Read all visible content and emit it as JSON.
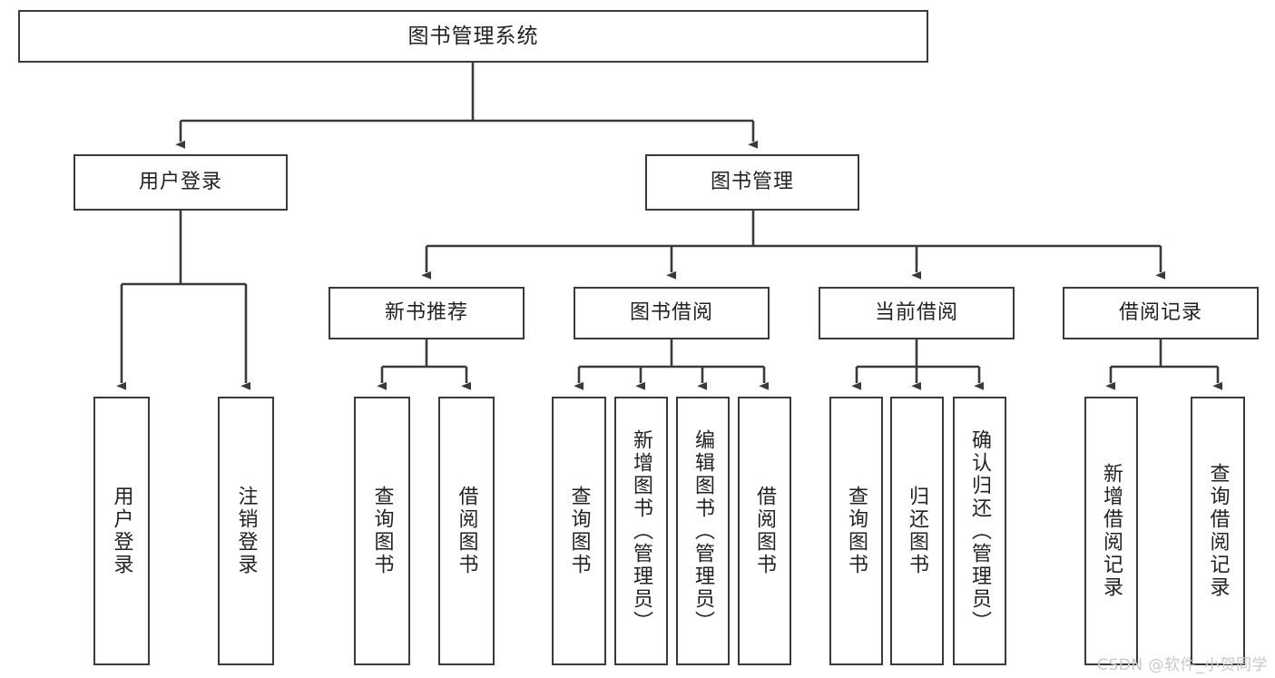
{
  "diagram": {
    "type": "tree-hierarchy",
    "title": "图书管理系统",
    "root": {
      "label": "图书管理系统"
    },
    "level2": [
      {
        "id": "user-login",
        "label": "用户登录"
      },
      {
        "id": "book-management",
        "label": "图书管理"
      }
    ],
    "level3": [
      {
        "id": "new-book-recommend",
        "label": "新书推荐",
        "parent": "book-management"
      },
      {
        "id": "book-borrow",
        "label": "图书借阅",
        "parent": "book-management"
      },
      {
        "id": "current-borrow",
        "label": "当前借阅",
        "parent": "book-management"
      },
      {
        "id": "borrow-record",
        "label": "借阅记录",
        "parent": "book-management"
      }
    ],
    "leaves": [
      {
        "id": "leaf-user-login",
        "label": "用户登录",
        "parent": "user-login"
      },
      {
        "id": "leaf-logout-login",
        "label": "注销登录",
        "parent": "user-login"
      },
      {
        "id": "leaf-query-book-1",
        "label": "查询图书",
        "parent": "new-book-recommend"
      },
      {
        "id": "leaf-borrow-book-1",
        "label": "借阅图书",
        "parent": "new-book-recommend"
      },
      {
        "id": "leaf-query-book-2",
        "label": "查询图书",
        "parent": "book-borrow"
      },
      {
        "id": "leaf-add-book",
        "label": "新增图书（管理员）",
        "parent": "book-borrow"
      },
      {
        "id": "leaf-edit-book",
        "label": "编辑图书（管理员）",
        "parent": "book-borrow"
      },
      {
        "id": "leaf-borrow-book-2",
        "label": "借阅图书",
        "parent": "book-borrow"
      },
      {
        "id": "leaf-query-book-3",
        "label": "查询图书",
        "parent": "current-borrow"
      },
      {
        "id": "leaf-return-book",
        "label": "归还图书",
        "parent": "current-borrow"
      },
      {
        "id": "leaf-confirm-return",
        "label": "确认归还（管理员）",
        "parent": "current-borrow"
      },
      {
        "id": "leaf-add-record",
        "label": "新增借阅记录",
        "parent": "borrow-record"
      },
      {
        "id": "leaf-query-record",
        "label": "查询借阅记录",
        "parent": "borrow-record"
      }
    ],
    "watermark": "CSDN @软件_小贺同学",
    "colors": {
      "box_border": "#3a3a3a",
      "box_fill": "#ffffff",
      "edge": "#3a3a3a",
      "text": "#222222",
      "watermark": "#c8c8c8",
      "background": "#ffffff"
    }
  }
}
